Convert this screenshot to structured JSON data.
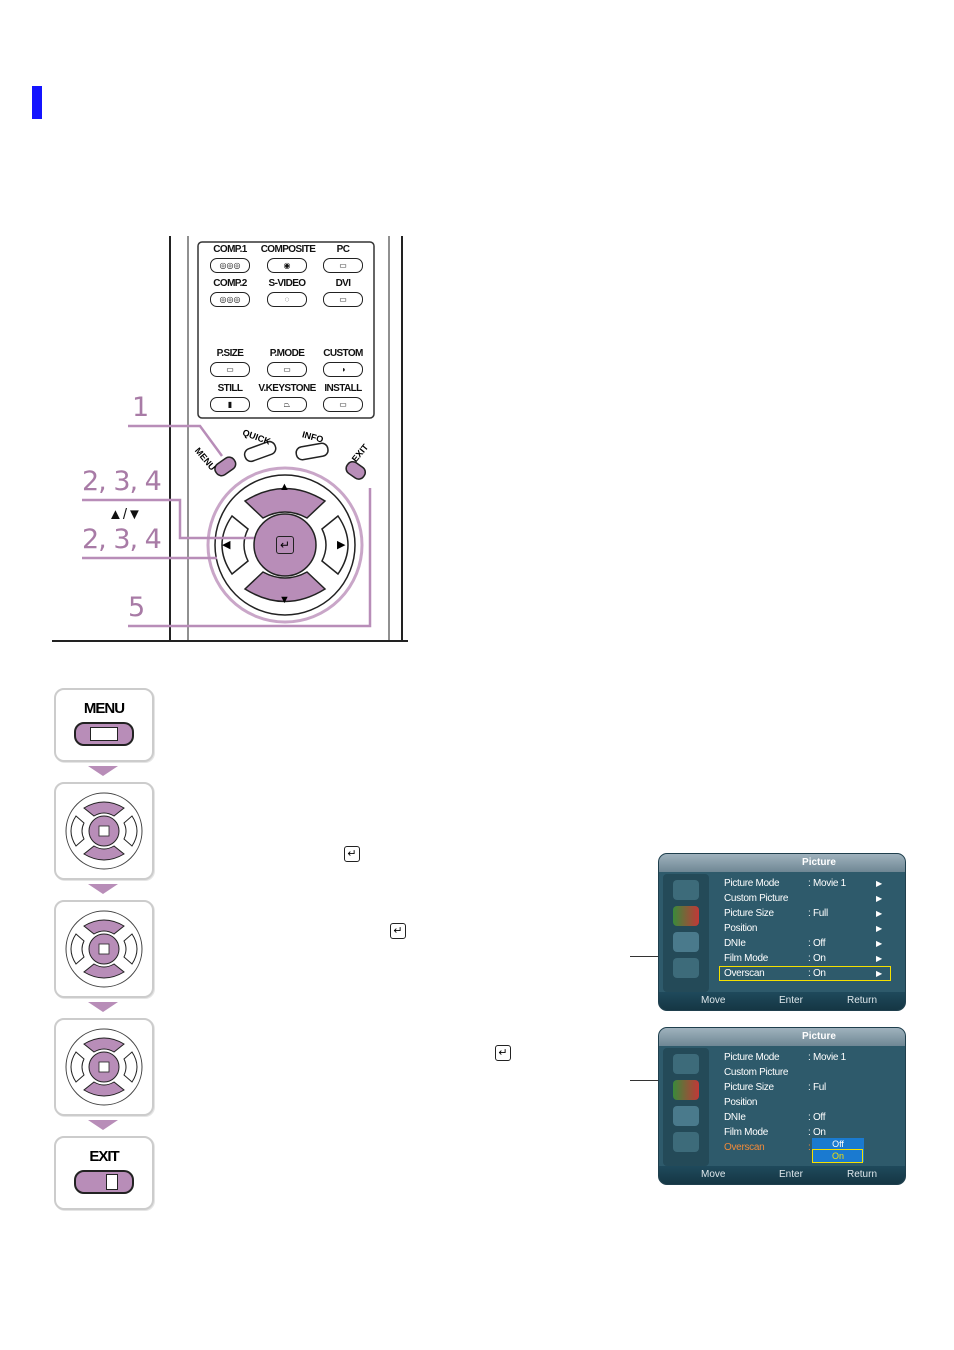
{
  "remote": {
    "source_buttons": [
      {
        "label": "COMP.1",
        "glyph": "◎◎◎"
      },
      {
        "label": "COMPOSITE",
        "glyph": "◉"
      },
      {
        "label": "PC",
        "glyph": "▭"
      },
      {
        "label": "COMP.2",
        "glyph": "◎◎◎"
      },
      {
        "label": "S-VIDEO",
        "glyph": "◌"
      },
      {
        "label": "DVI",
        "glyph": "▭"
      }
    ],
    "function_buttons": [
      {
        "label": "P.SIZE",
        "glyph": "▭"
      },
      {
        "label": "P.MODE",
        "glyph": "▭"
      },
      {
        "label": "CUSTOM",
        "glyph": "◑"
      },
      {
        "label": "STILL",
        "glyph": "▮"
      },
      {
        "label": "V.KEYSTONE",
        "glyph": "⏢"
      },
      {
        "label": "INSTALL",
        "glyph": "▭"
      }
    ],
    "menu_label": "MENU",
    "quick_label": "QUICK",
    "info_label": "INFO",
    "exit_label": "EXIT",
    "up_arrow": "▲",
    "down_arrow": "▼",
    "left_arrow": "◀",
    "right_arrow": "▶",
    "enter_glyph": "↵",
    "step_1": "1",
    "step_234_a": "2, 3, 4",
    "updown": "▲/▼",
    "step_234_b": "2, 3, 4",
    "step_5": "5"
  },
  "steps": {
    "menu_key": "MENU",
    "exit_key": "EXIT",
    "enter_glyph": "↵"
  },
  "osd1": {
    "title": "Picture",
    "rows": [
      {
        "label": "Picture Mode",
        "value": ": Movie 1",
        "arrow": "▶"
      },
      {
        "label": "Custom Picture",
        "value": "",
        "arrow": "▶"
      },
      {
        "label": "Picture Size",
        "value": ": Full",
        "arrow": "▶"
      },
      {
        "label": "Position",
        "value": "",
        "arrow": "▶"
      },
      {
        "label": "DNIe",
        "value": ": Off",
        "arrow": "▶"
      },
      {
        "label": "Film Mode",
        "value": ": On",
        "arrow": "▶"
      },
      {
        "label": "Overscan",
        "value": ": On",
        "arrow": "▶"
      }
    ],
    "footer": {
      "move": "Move",
      "enter": "Enter",
      "return": "Return"
    }
  },
  "osd2": {
    "title": "Picture",
    "rows": [
      {
        "label": "Picture Mode",
        "value": ": Movie 1"
      },
      {
        "label": "Custom Picture",
        "value": ""
      },
      {
        "label": "Picture Size",
        "value": ": Ful"
      },
      {
        "label": "Position",
        "value": ""
      },
      {
        "label": "DNIe",
        "value": ": Off"
      },
      {
        "label": "Film Mode",
        "value": ": On"
      },
      {
        "label": "Overscan",
        "value": ":"
      }
    ],
    "dropdown": [
      "Off",
      "On"
    ],
    "footer": {
      "move": "Move",
      "enter": "Enter",
      "return": "Return"
    }
  },
  "colors": {
    "accent_blue": "#1414ff",
    "remote_purple": "#b88db8",
    "highlight": "#f5e000",
    "osd_bg": "#2e5a6b"
  }
}
